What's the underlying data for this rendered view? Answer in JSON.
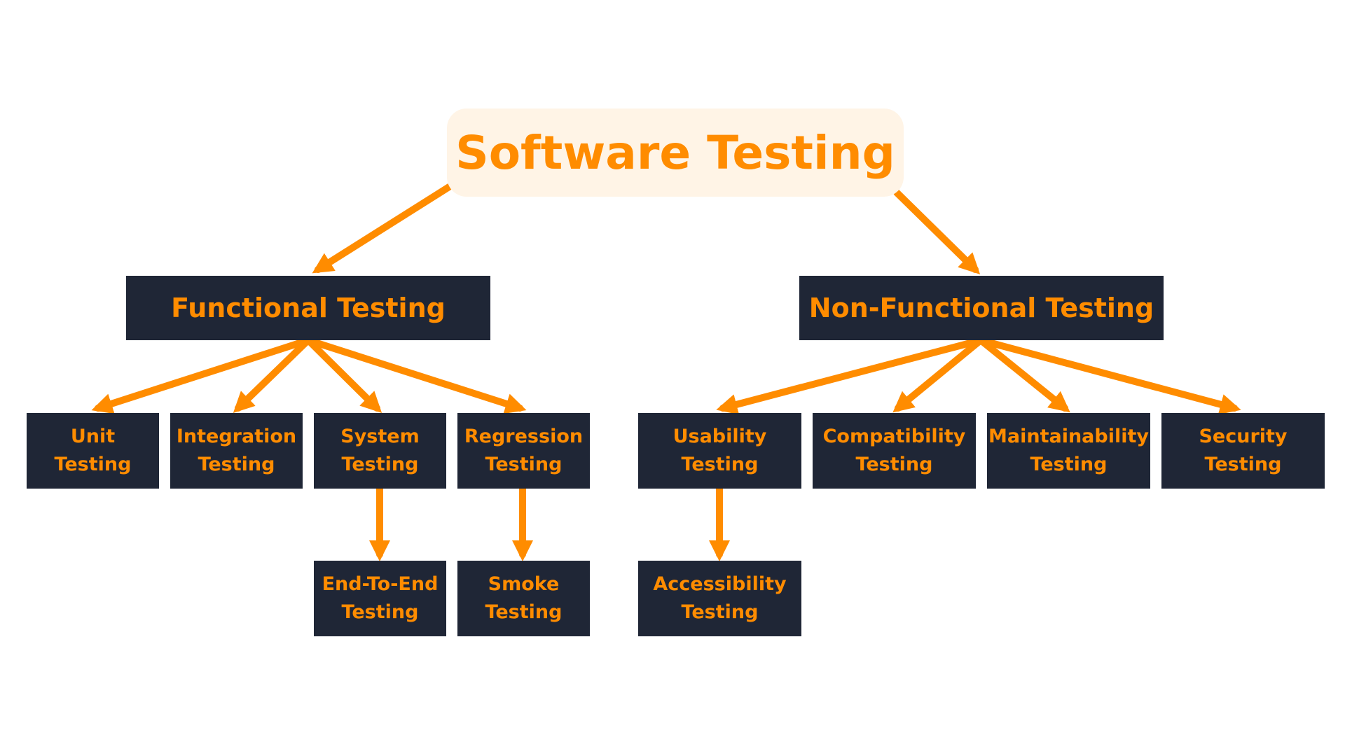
{
  "diagram": {
    "colors": {
      "arrow": "#ff8c00",
      "text": "#ff8c00",
      "box": "#1f2636",
      "root_background": "#fff4e6",
      "page_background": "#ffffff"
    },
    "root": {
      "label": "Software Testing"
    },
    "functional": {
      "label": "Functional Testing",
      "children": {
        "unit": {
          "line1": "Unit",
          "line2": "Testing"
        },
        "integration": {
          "line1": "Integration",
          "line2": "Testing"
        },
        "system": {
          "line1": "System",
          "line2": "Testing"
        },
        "regression": {
          "line1": "Regression",
          "line2": "Testing"
        }
      },
      "grandchildren": {
        "end_to_end": {
          "line1": "End-To-End",
          "line2": "Testing"
        },
        "smoke": {
          "line1": "Smoke",
          "line2": "Testing"
        }
      }
    },
    "non_functional": {
      "label": "Non-Functional Testing",
      "children": {
        "usability": {
          "line1": "Usability",
          "line2": "Testing"
        },
        "compatibility": {
          "line1": "Compatibility",
          "line2": "Testing"
        },
        "maintainability": {
          "line1": "Maintainability",
          "line2": "Testing"
        },
        "security": {
          "line1": "Security",
          "line2": "Testing"
        }
      },
      "grandchildren": {
        "accessibility": {
          "line1": "Accessibility",
          "line2": "Testing"
        }
      }
    },
    "edges": [
      [
        "Software Testing",
        "Functional Testing"
      ],
      [
        "Software Testing",
        "Non-Functional Testing"
      ],
      [
        "Functional Testing",
        "Unit Testing"
      ],
      [
        "Functional Testing",
        "Integration Testing"
      ],
      [
        "Functional Testing",
        "System Testing"
      ],
      [
        "Functional Testing",
        "Regression Testing"
      ],
      [
        "System Testing",
        "End-To-End Testing"
      ],
      [
        "Regression Testing",
        "Smoke Testing"
      ],
      [
        "Non-Functional Testing",
        "Usability Testing"
      ],
      [
        "Non-Functional Testing",
        "Compatibility Testing"
      ],
      [
        "Non-Functional Testing",
        "Maintainability Testing"
      ],
      [
        "Non-Functional Testing",
        "Security Testing"
      ],
      [
        "Usability Testing",
        "Accessibility Testing"
      ]
    ]
  }
}
